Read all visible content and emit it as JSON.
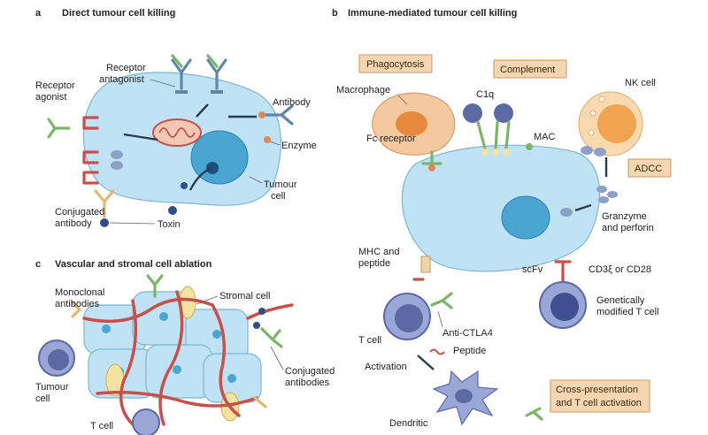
{
  "panels": {
    "a": {
      "letter": "a",
      "title": "Direct tumour cell killing"
    },
    "b": {
      "letter": "b",
      "title": "Immune-mediated tumour cell killing"
    },
    "c": {
      "letter": "c",
      "title": "Vascular and stromal cell ablation"
    }
  },
  "panel_a_labels": {
    "receptor_antagonist_1": "Receptor",
    "receptor_antagonist_2": "antagonist",
    "receptor_agonist_1": "Receptor",
    "receptor_agonist_2": "agonist",
    "antibody": "Antibody",
    "enzyme": "Enzyme",
    "tumour_cell_1": "Tumour",
    "tumour_cell_2": "cell",
    "conjugated_antibody_1": "Conjugated",
    "conjugated_antibody_2": "antibody",
    "toxin": "Toxin"
  },
  "panel_b_labels": {
    "phagocytosis": "Phagocytosis",
    "complement": "Complement",
    "adcc": "ADCC",
    "macrophage": "Macrophage",
    "c1q": "C1q",
    "mac": "MAC",
    "nk_cell": "NK cell",
    "fc_receptor": "Fc receptor",
    "granzyme_1": "Granzyme",
    "granzyme_2": "and perforin",
    "mhc_1": "MHC and",
    "mhc_2": "peptide",
    "scfv": "scFv",
    "cd3": "CD3ξ or CD28",
    "gm_t_cell_1": "Genetically",
    "gm_t_cell_2": "modified T cell",
    "t_cell": "T cell",
    "anti_ctla4": "Anti-CTLA4",
    "peptide": "Peptide",
    "activation": "Activation",
    "cross_presentation_1": "Cross-presentation",
    "cross_presentation_2": "and T cell activation",
    "dendritic": "Dendritic"
  },
  "panel_c_labels": {
    "monoclonal_1": "Monoclonal",
    "monoclonal_2": "antibodies",
    "stromal_cell": "Stromal cell",
    "tumour_cell_1": "Tumour",
    "tumour_cell_2": "cell",
    "conjugated_1": "Conjugated",
    "conjugated_2": "antibodies",
    "t_cell": "T cell"
  },
  "colors": {
    "tumour_cell_fill": "#bfe3f4",
    "nucleus": "#4aa5d3",
    "antibody_teal": "#5f86a8",
    "antibody_green": "#7bb56a",
    "receptor_red": "#c7514a",
    "tag_fill": "#f6d6b0",
    "t_cell": "#5b6aa5"
  }
}
